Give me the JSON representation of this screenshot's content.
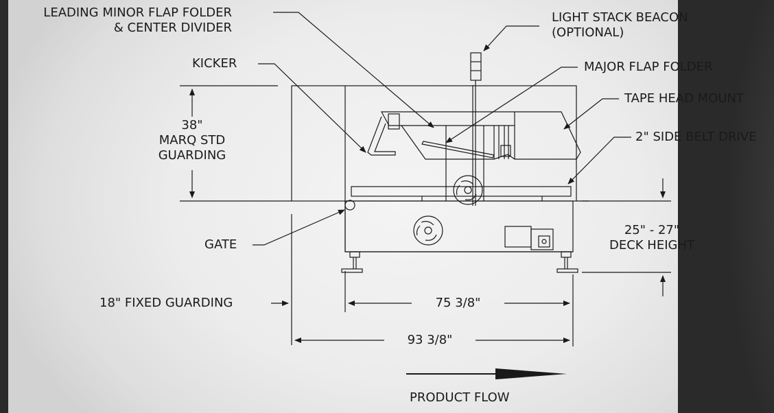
{
  "labels": {
    "leading_minor_line1": "LEADING MINOR FLAP FOLDER",
    "leading_minor_line2": "& CENTER DIVIDER",
    "light_stack_line1": "LIGHT STACK BEACON",
    "light_stack_line2": "(OPTIONAL)",
    "kicker": "KICKER",
    "major_flap": "MAJOR FLAP FOLDER",
    "tape_head": "TAPE HEAD MOUNT",
    "guarding_38_line1": "38\"",
    "guarding_38_line2": "MARQ STD",
    "guarding_38_line3": "GUARDING",
    "side_belt": "2\" SIDE BELT DRIVE",
    "gate": "GATE",
    "deck_line1": "25\" - 27\"",
    "deck_line2": "DECK HEIGHT",
    "fixed_guarding": "18\" FIXED GUARDING",
    "dim_75": "75 3/8\"",
    "dim_93": "93 3/8\"",
    "product_flow": "PRODUCT FLOW"
  }
}
